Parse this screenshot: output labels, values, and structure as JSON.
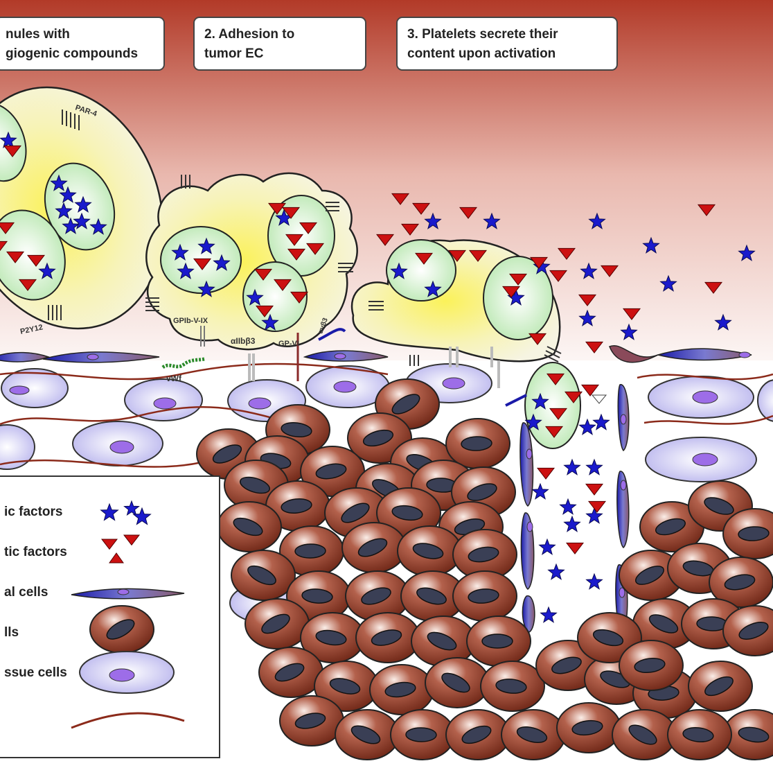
{
  "steps": [
    {
      "text": "nules with\ngiogenic compounds"
    },
    {
      "text": "2. Adhesion to\ntumor EC"
    },
    {
      "text": "3. Platelets secrete their\ncontent upon activation"
    }
  ],
  "receptor_labels": {
    "par4": "PAR-4",
    "p2y12": "P2Y12",
    "gpib": "GPIb-V-IX",
    "aiib": "αIIbβ3",
    "gpvi": "GP-VI",
    "avb3": "αvβ3",
    "vwf": "vWf"
  },
  "legend": {
    "items": [
      {
        "label": "ic factors",
        "icon": "blue-star-icon"
      },
      {
        "label": "tic factors",
        "icon": "red-triangle-icon"
      },
      {
        "label": "al cells",
        "icon": "endothelial-cell-icon"
      },
      {
        "label": "lls",
        "icon": "tumor-cell-icon"
      },
      {
        "label": "ssue cells",
        "icon": "tissue-cell-icon"
      },
      {
        "label": "",
        "icon": "fiber-line-icon"
      }
    ]
  },
  "colors": {
    "background_top": "#b23a28",
    "star": "#1a1acc",
    "triangle": "#cc1111",
    "tumor_cell": "#8b3a28",
    "tissue_cell": "#c9c6f2",
    "platelet": "#f6f088",
    "granule": "#c6efc0"
  }
}
